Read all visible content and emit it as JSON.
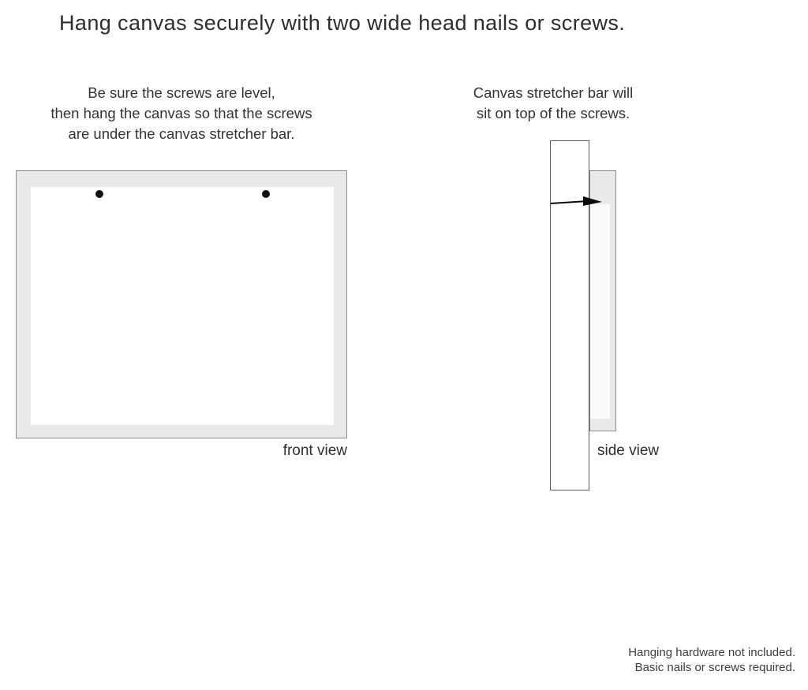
{
  "title": "Hang canvas securely with two wide head nails or screws.",
  "instructions": {
    "front_text": "Be sure the screws are level,\nthen hang the canvas so that the screws\nare under the canvas stretcher bar.",
    "side_text": "Canvas stretcher bar will\nsit on top of the screws."
  },
  "labels": {
    "front_view": "front view",
    "side_view": "side view"
  },
  "footer": {
    "note": "Hanging hardware not included.\nBasic nails or screws required."
  },
  "diagram": {
    "screw_count": 2,
    "views": [
      "front view",
      "side view"
    ]
  },
  "icons": {
    "screw_left": "screw-dot",
    "screw_right": "screw-dot",
    "nail": "nail-icon"
  },
  "colors": {
    "canvas_fill": "#e9e9e9",
    "border_color": "#8c8c8c",
    "bar_border": "#5a5a5a",
    "text_color": "#333333",
    "nail_color": "#0a0a0a",
    "bg": "#ffffff"
  }
}
